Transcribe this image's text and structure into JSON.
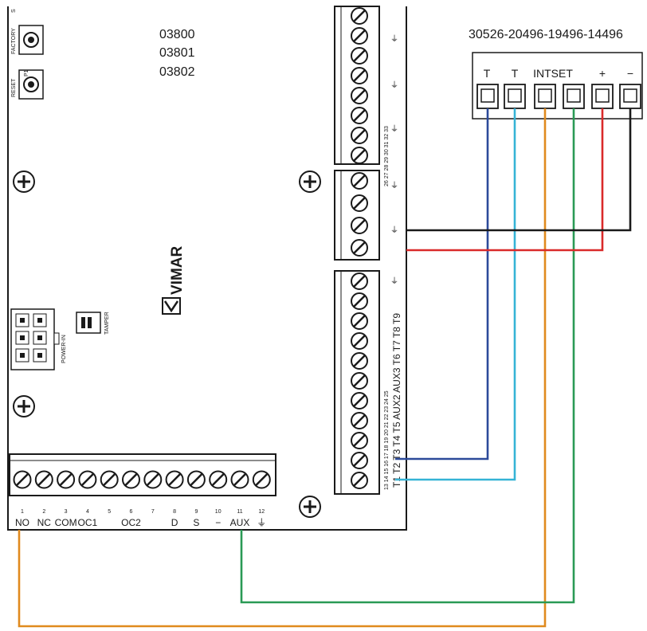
{
  "header": {
    "model_numbers": [
      "03800",
      "03801",
      "03802"
    ],
    "module_code": "30526-20496-19496-14496"
  },
  "board": {
    "brand": "VIMAR",
    "buttons": [
      {
        "label": "FACTORY",
        "sub": "S"
      },
      {
        "label": "RESET",
        "sub": "P1"
      }
    ],
    "power_in_label": "POWER-IN",
    "tamper_label": "TAMPER",
    "earth_symbol": "⏚"
  },
  "module": {
    "terminals": [
      "T",
      "T",
      "INTSET",
      "+",
      "−"
    ]
  },
  "bottom_terminals": {
    "numbers": [
      "1",
      "2",
      "3",
      "4",
      "5",
      "6",
      "7",
      "8",
      "9",
      "10",
      "11",
      "12"
    ],
    "labels": [
      {
        "text": "NO",
        "pos": 1
      },
      {
        "text": "NC",
        "pos": 2
      },
      {
        "text": "COM",
        "pos": 3
      },
      {
        "text": "OC1",
        "pos": 4
      },
      {
        "text": "OC2",
        "pos": 6
      },
      {
        "text": "D",
        "pos": 8
      },
      {
        "text": "S",
        "pos": 9
      },
      {
        "text": "−",
        "pos": 10
      },
      {
        "text": "AUX",
        "pos": 11
      },
      {
        "text": "⏚",
        "pos": 12
      }
    ]
  },
  "right_terminals": {
    "numbers_top": "26 27 28 29 30 31 32 33",
    "numbers_bottom": "13 14 15 16 17 18 19 20 21 22 23 24 25",
    "labels": "T1 T2 T3 T4 T5 AUX2 AUX3 T6 T7 T8 T9"
  },
  "wires": [
    {
      "color": "#2c4a9a"
    },
    {
      "color": "#35b3d6"
    },
    {
      "color": "#e08a1e"
    },
    {
      "color": "#2a9a55"
    },
    {
      "color": "#d92a2a"
    },
    {
      "color": "#1a1a1a"
    }
  ]
}
